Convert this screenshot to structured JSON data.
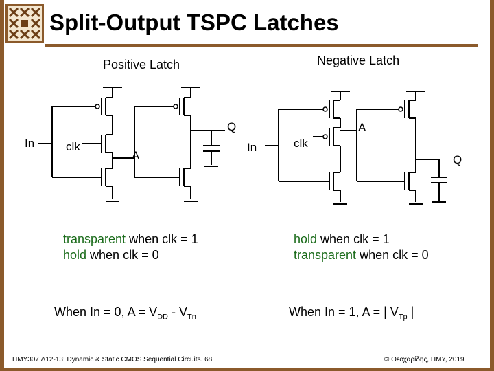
{
  "title": "Split-Output TSPC Latches",
  "positive_latch": {
    "heading": "Positive Latch",
    "in_label": "In",
    "clk_label": "clk",
    "a_label": "A",
    "q_label": "Q",
    "line1_green": "transparent",
    "line1_rest": " when clk = 1",
    "line2_green": "hold",
    "line2_rest": " when clk = 0",
    "formula_main": "When In = 0, A = V",
    "formula_sub1": "DD",
    "formula_mid": " - V",
    "formula_sub2": "Tn"
  },
  "negative_latch": {
    "heading": "Negative Latch",
    "in_label": "In",
    "clk_label": "clk",
    "a_label": "A",
    "q_label": "Q",
    "line1_green": "hold",
    "line1_rest": " when clk = 1",
    "line2_green": "transparent",
    "line2_rest": " when clk = 0",
    "formula_main": "When In = 1, A = | V",
    "formula_sub": "Tp",
    "formula_end": " |"
  },
  "footer": {
    "left": "HMY307 Δ12-13: Dynamic & Static CMOS Sequential Circuits. 68",
    "right": "© Θεοχαρίδης, HMY, 2019"
  },
  "colors": {
    "accent_brown": "#8b5a2b",
    "keyword_green": "#1a6b1a"
  }
}
